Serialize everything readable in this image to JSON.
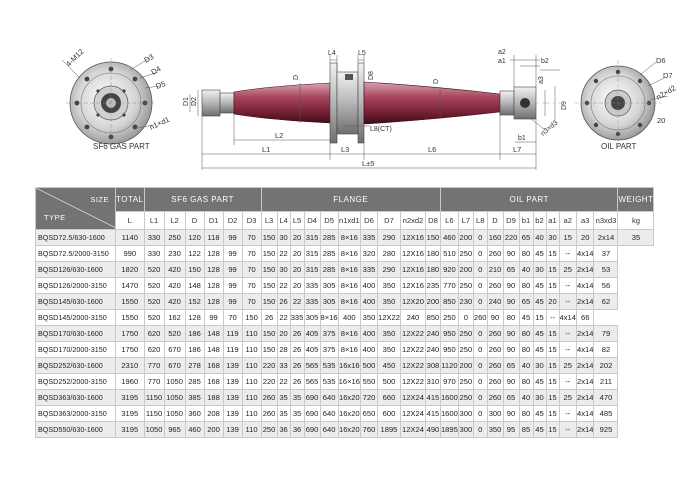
{
  "drawing": {
    "part_labels": {
      "sf6": "SF6 GAS PART",
      "oil": "OIL PART"
    },
    "left_view": [
      "4-M12",
      "D3",
      "D4",
      "D5",
      "n1×d1"
    ],
    "right_view": [
      "D6",
      "D7",
      "n2×d2",
      "20"
    ],
    "shaft_dims": [
      "L4",
      "L5",
      "D1",
      "D2",
      "D",
      "D8",
      "L8(CT)",
      "L2",
      "L1",
      "L3",
      "L6",
      "L7",
      "L±5",
      "D",
      "a2",
      "a1",
      "b2",
      "a3",
      "D9",
      "b1",
      "n3×d3"
    ]
  },
  "table": {
    "corner": {
      "top": "SIZE",
      "bottom": "TYPE"
    },
    "groups": {
      "total": "TOTAL",
      "sf6": "SF6 GAS PART",
      "flange": "FLANGE",
      "oil": "OIL PART",
      "weight": "WEIGHT"
    },
    "subheaders": [
      "L",
      "L1",
      "L2",
      "D",
      "D1",
      "D2",
      "D3",
      "L3",
      "L4",
      "L5",
      "D4",
      "D5",
      "n1xd1",
      "D6",
      "D7",
      "n2xd2",
      "D8",
      "L6",
      "L7",
      "L8",
      "D",
      "D9",
      "b1",
      "b2",
      "a1",
      "a2",
      "a3",
      "n3xd3",
      "kg"
    ],
    "rows": [
      [
        "BQSD72.5/630-1600",
        "1140",
        "330",
        "250",
        "120",
        "118",
        "99",
        "70",
        "150",
        "30",
        "20",
        "315",
        "285",
        "8×16",
        "335",
        "290",
        "12X16",
        "150",
        "460",
        "200",
        "0",
        "160",
        "220",
        "65",
        "40",
        "30",
        "15",
        "20",
        "2x14",
        "35"
      ],
      [
        "BQSD72.5/2000-3150",
        "990",
        "330",
        "230",
        "122",
        "128",
        "99",
        "70",
        "150",
        "22",
        "20",
        "315",
        "285",
        "8×16",
        "320",
        "280",
        "12X16",
        "180",
        "510",
        "250",
        "0",
        "260",
        "90",
        "80",
        "45",
        "15",
        "--",
        "4x14",
        "37"
      ],
      [
        "BQSD126/630-1600",
        "1820",
        "520",
        "420",
        "150",
        "128",
        "99",
        "70",
        "150",
        "30",
        "20",
        "315",
        "285",
        "8×16",
        "335",
        "290",
        "12X16",
        "180",
        "920",
        "200",
        "0",
        "210",
        "65",
        "40",
        "30",
        "15",
        "25",
        "2x14",
        "53"
      ],
      [
        "BQSD126/2000-3150",
        "1470",
        "520",
        "420",
        "148",
        "128",
        "99",
        "70",
        "150",
        "22",
        "20",
        "335",
        "305",
        "8×16",
        "400",
        "350",
        "12X16",
        "235",
        "770",
        "250",
        "0",
        "260",
        "90",
        "80",
        "45",
        "15",
        "--",
        "4x14",
        "56"
      ],
      [
        "BQSD145/630-1600",
        "1550",
        "520",
        "420",
        "152",
        "128",
        "99",
        "70",
        "150",
        "26",
        "22",
        "335",
        "305",
        "8×16",
        "400",
        "350",
        "12X20",
        "200",
        "850",
        "230",
        "0",
        "240",
        "90",
        "65",
        "45",
        "20",
        "--",
        "2x14",
        "62"
      ],
      [
        "BQSD145/2000-3150",
        "1550",
        "520",
        "162",
        "128",
        "99",
        "70",
        "150",
        "26",
        "22",
        "335",
        "305",
        "8×16",
        "400",
        "350",
        "12X22",
        "240",
        "850",
        "250",
        "0",
        "260",
        "90",
        "80",
        "45",
        "15",
        "--",
        "4x14",
        "66"
      ],
      [
        "BQSD170/630-1600",
        "1750",
        "620",
        "520",
        "186",
        "148",
        "119",
        "110",
        "150",
        "20",
        "26",
        "405",
        "375",
        "8×16",
        "400",
        "350",
        "12X22",
        "240",
        "950",
        "250",
        "0",
        "260",
        "90",
        "80",
        "45",
        "15",
        "--",
        "2x14",
        "79"
      ],
      [
        "BQSD170/2000-3150",
        "1750",
        "620",
        "670",
        "186",
        "148",
        "119",
        "110",
        "150",
        "28",
        "26",
        "405",
        "375",
        "8×16",
        "400",
        "350",
        "12X22",
        "240",
        "950",
        "250",
        "0",
        "260",
        "90",
        "80",
        "45",
        "15",
        "--",
        "4x14",
        "82"
      ],
      [
        "BQSD252/630-1600",
        "2310",
        "770",
        "670",
        "278",
        "168",
        "139",
        "110",
        "220",
        "33",
        "26",
        "565",
        "535",
        "16x16",
        "500",
        "450",
        "12X22",
        "308",
        "1120",
        "200",
        "0",
        "260",
        "65",
        "40",
        "30",
        "15",
        "25",
        "2x14",
        "202"
      ],
      [
        "BQSD252/2000-3150",
        "1960",
        "770",
        "1050",
        "285",
        "168",
        "139",
        "110",
        "220",
        "22",
        "26",
        "565",
        "535",
        "16×16",
        "550",
        "500",
        "12X22",
        "310",
        "970",
        "250",
        "0",
        "260",
        "90",
        "80",
        "45",
        "15",
        "--",
        "2x14",
        "211"
      ],
      [
        "BQSD363/630-1600",
        "3195",
        "1150",
        "1050",
        "385",
        "188",
        "139",
        "110",
        "260",
        "35",
        "35",
        "690",
        "640",
        "16x20",
        "720",
        "660",
        "12X24",
        "415",
        "1600",
        "250",
        "0",
        "260",
        "65",
        "40",
        "30",
        "15",
        "25",
        "2x14",
        "470"
      ],
      [
        "BQSD363/2000-3150",
        "3195",
        "1150",
        "1050",
        "360",
        "208",
        "139",
        "110",
        "260",
        "35",
        "35",
        "690",
        "640",
        "16x20",
        "650",
        "600",
        "12X24",
        "415",
        "1600",
        "300",
        "0",
        "300",
        "90",
        "80",
        "45",
        "15",
        "--",
        "4x14",
        "485"
      ],
      [
        "BQSD550/630-1600",
        "3195",
        "1050",
        "965",
        "460",
        "200",
        "139",
        "110",
        "250",
        "36",
        "36",
        "690",
        "640",
        "16x20",
        "760",
        "1895",
        "12X24",
        "490",
        "1895",
        "300",
        "0",
        "350",
        "95",
        "85",
        "45",
        "15",
        "--",
        "2x14",
        "925"
      ]
    ]
  }
}
